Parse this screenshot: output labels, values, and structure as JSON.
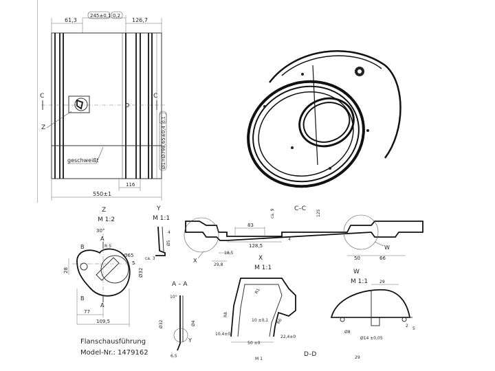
{
  "main_view": {
    "dim_left": "61,3",
    "dim_center": "245±0,1",
    "dim_center_tol": "0,2",
    "dim_right": "126,7",
    "dim_bottom_total": "550±1",
    "dim_bottom_small": "116",
    "dim_diameter": "Ø1=Ø798,65±0,4",
    "dim_diameter_tol": "0,1",
    "section_label_left": "C",
    "section_label_right": "C",
    "detail_label": "Z",
    "note_welded": "geschweißt"
  },
  "detail_z": {
    "title": "Z",
    "scale": "M 1:2",
    "angle": "30°",
    "label_a_top": "A",
    "label_a_bottom": "A",
    "label_b_top": "B",
    "label_b_bottom": "B",
    "dim_r": "R 5",
    "dim_65": "Ø65",
    "dim_32": "Ø32",
    "dim_28": "28",
    "dim_5": "5",
    "dim_77": "77",
    "dim_1095": "109,5"
  },
  "detail_y": {
    "title": "Y",
    "scale": "M 1:1",
    "dim_5": "Ø5",
    "dim_4": "4",
    "dim_ca3": "ca. 3"
  },
  "section_cc": {
    "title": "C–C",
    "dim_83": "83",
    "dim_1285": "128,5",
    "dim_185": "18,5",
    "dim_298": "29,8",
    "dim_ca9": "ca. 9",
    "dim_125": "125",
    "dim_4": "4",
    "dim_50": "50",
    "dim_66": "66",
    "label_x": "X",
    "label_w": "W"
  },
  "section_aa": {
    "title": "A – A",
    "dim_10": "10°",
    "dim_32": "Ø32",
    "dim_84": "Ø4",
    "dim_65": "6,5",
    "label_y": "Y"
  },
  "detail_x": {
    "title": "X",
    "scale": "M 1:1",
    "dim_r1": "R1",
    "dim_r8": "R8",
    "dim_r6": "R6",
    "dim_104": "10,4±0",
    "dim_10": "10 ±0,1",
    "dim_50": "50 ±0",
    "dim_224": "22,4±0",
    "bottom_label": "M 1"
  },
  "detail_w": {
    "title": "W",
    "scale": "M 1:1",
    "dim_29": "29",
    "dim_8": "Ø8",
    "dim_14": "Ø14 ±0,05",
    "dim_2": "2",
    "dim_5": "5",
    "bottom_label": "29"
  },
  "section_dd": {
    "title": "D–D"
  },
  "caption": {
    "line1": "Flanschausführung",
    "line2": "Model-Nr.: 1479162"
  }
}
